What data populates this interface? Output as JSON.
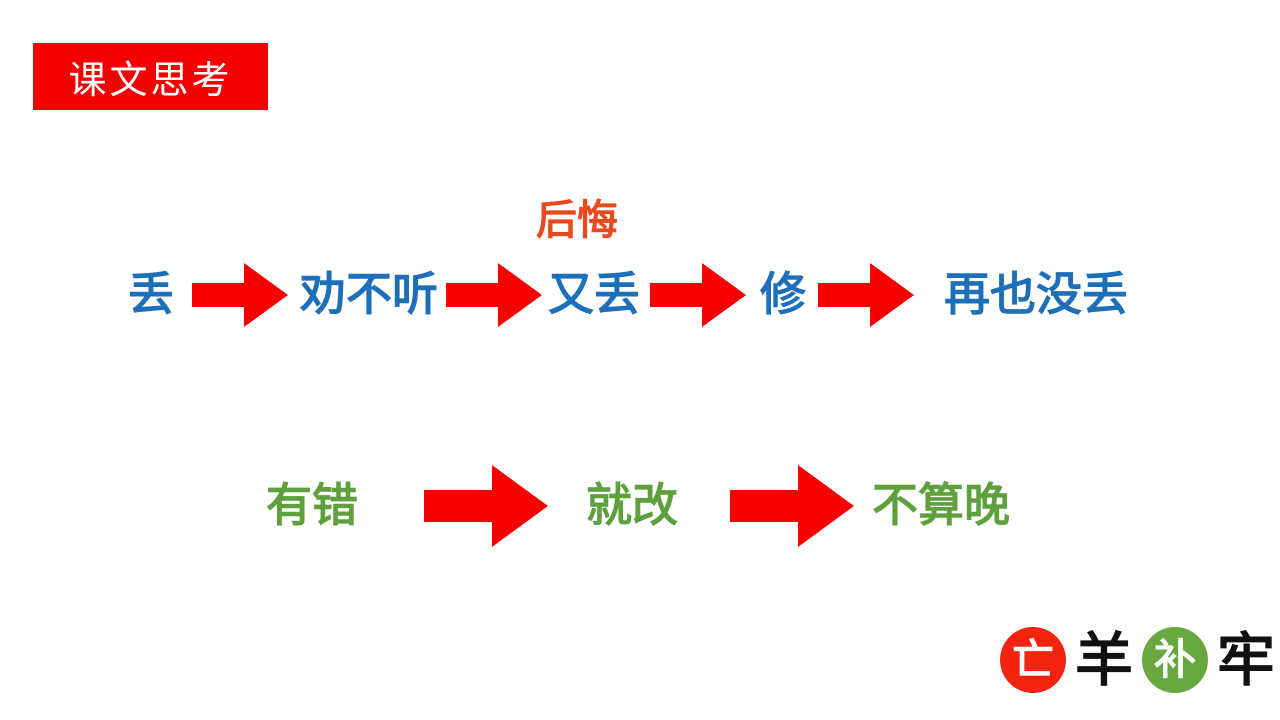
{
  "slide": {
    "title": "课文思考",
    "regret_label": "后悔",
    "flow1": {
      "items": [
        "丢",
        "劝不听",
        "又丢",
        "修",
        "再也没丢"
      ]
    },
    "flow2": {
      "items": [
        "有错",
        "就改",
        "不算晚"
      ]
    },
    "logo": {
      "chars": [
        "亡",
        "羊",
        "补",
        "牢"
      ]
    },
    "colors": {
      "title_bg": "#F40000",
      "title_text": "#FFFFFF",
      "arrow_red": "#F60000",
      "flow1_text": "#1C6FB8",
      "regret_text": "#E8491D",
      "flow2_text": "#5EA13C",
      "logo_red_circle": "#F3230F",
      "logo_green_circle": "#69A83F",
      "logo_black_text": "#111111",
      "background": "#FFFFFF"
    }
  }
}
